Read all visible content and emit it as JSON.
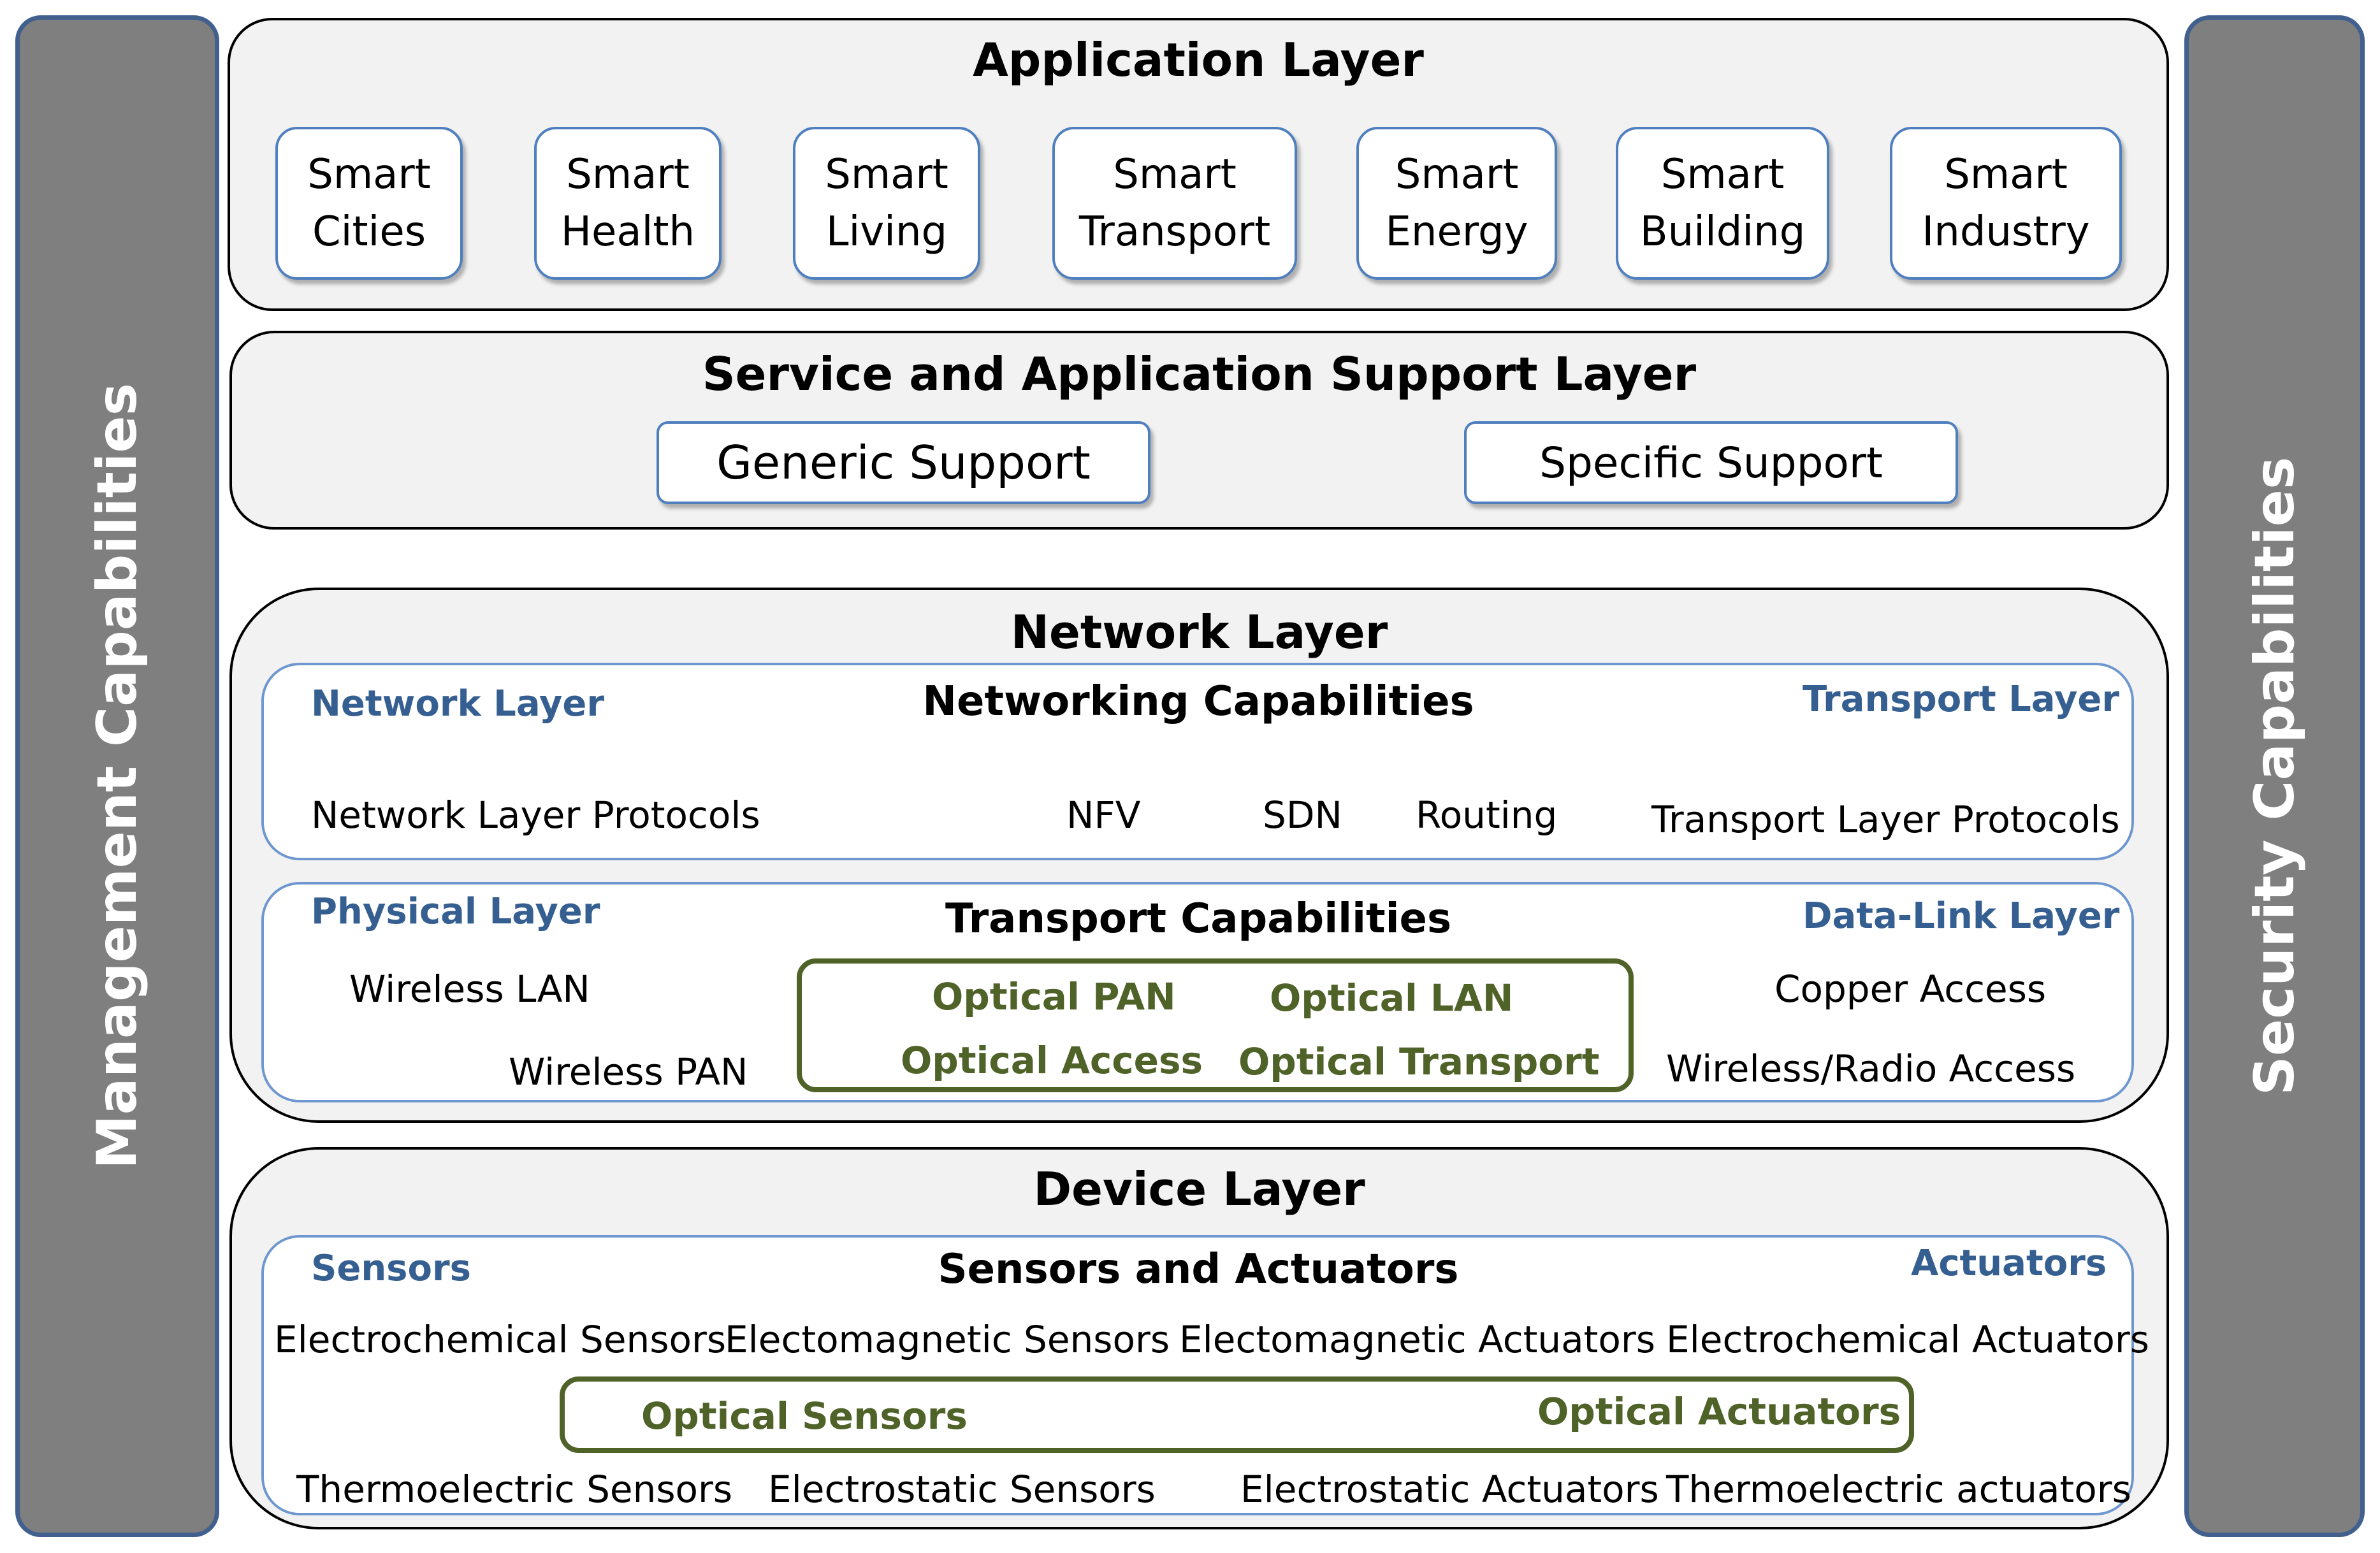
{
  "side": {
    "left": "Management Capabilities",
    "right": "Security Capabilities"
  },
  "application": {
    "title": "Application Layer",
    "items": [
      [
        "Smart",
        "Cities"
      ],
      [
        "Smart",
        "Health"
      ],
      [
        "Smart",
        "Living"
      ],
      [
        "Smart",
        "Transport"
      ],
      [
        "Smart",
        "Energy"
      ],
      [
        "Smart",
        "Building"
      ],
      [
        "Smart",
        "Industry"
      ]
    ]
  },
  "support": {
    "title": "Service and Application Support Layer",
    "generic": "Generic Support",
    "specific": "Specific Support"
  },
  "network": {
    "title": "Network Layer",
    "networking": {
      "title": "Networking Capabilities",
      "left_label": "Network Layer",
      "right_label": "Transport Layer",
      "items": [
        "Network Layer Protocols",
        "NFV",
        "SDN",
        "Routing",
        "Transport Layer Protocols"
      ]
    },
    "transport": {
      "title": "Transport Capabilities",
      "left_label": "Physical Layer",
      "right_label": "Data-Link Layer",
      "wireless_lan": "Wireless LAN",
      "wireless_pan": "Wireless PAN",
      "copper": "Copper Access",
      "radio": "Wireless/Radio Access",
      "optical": [
        "Optical PAN",
        "Optical LAN",
        "Optical Access",
        "Optical Transport"
      ]
    }
  },
  "device": {
    "title": "Device Layer",
    "inner_title": "Sensors and Actuators",
    "left_label": "Sensors",
    "right_label": "Actuators",
    "row1": [
      "Electrochemical Sensors",
      "Electomagnetic Sensors",
      "Electomagnetic Actuators",
      "Electrochemical Actuators"
    ],
    "optical": [
      "Optical Sensors",
      "Optical Actuators"
    ],
    "row2": [
      "Thermoelectric Sensors",
      "Electrostatic Sensors",
      "Electrostatic Actuators",
      "Thermoelectric actuators"
    ]
  }
}
